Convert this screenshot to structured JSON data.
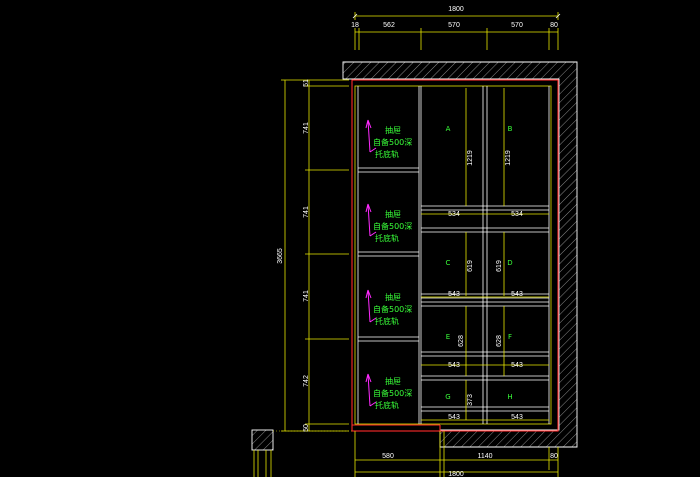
{
  "top_dims": {
    "overall": "1800",
    "segments": [
      "18",
      "562",
      "570",
      "570",
      "80"
    ]
  },
  "bottom_dims": {
    "segments": [
      "580",
      "1140",
      "80"
    ],
    "overall": "1800"
  },
  "left_dims": {
    "overall": "3665",
    "segments": [
      "51",
      "741",
      "741",
      "741",
      "742",
      "50"
    ]
  },
  "drawer_note": {
    "line1": "抽屉",
    "line2": "自备500深",
    "line3": "托底轨"
  },
  "cells": {
    "A": "A",
    "B": "B",
    "C": "C",
    "D": "D",
    "E": "E",
    "F": "F",
    "G": "G",
    "H": "H"
  },
  "cell_heights": {
    "ab": "1219",
    "ab2": "1219",
    "cd": "619",
    "cd2": "619",
    "ef": "628",
    "ef2": "628",
    "gh": "373"
  },
  "cell_widths": {
    "row1_left": "534",
    "row1_right": "534",
    "row2_left": "543",
    "row2_right": "543",
    "row3_left": "543",
    "row3_right": "543",
    "row4_left": "543",
    "row4_right": "543"
  },
  "colors": {
    "background": "#000000",
    "dimension": "#e8e800",
    "outline": "#ff2a2a",
    "annotation": "#39ff39",
    "arrow": "#ff2aff"
  }
}
